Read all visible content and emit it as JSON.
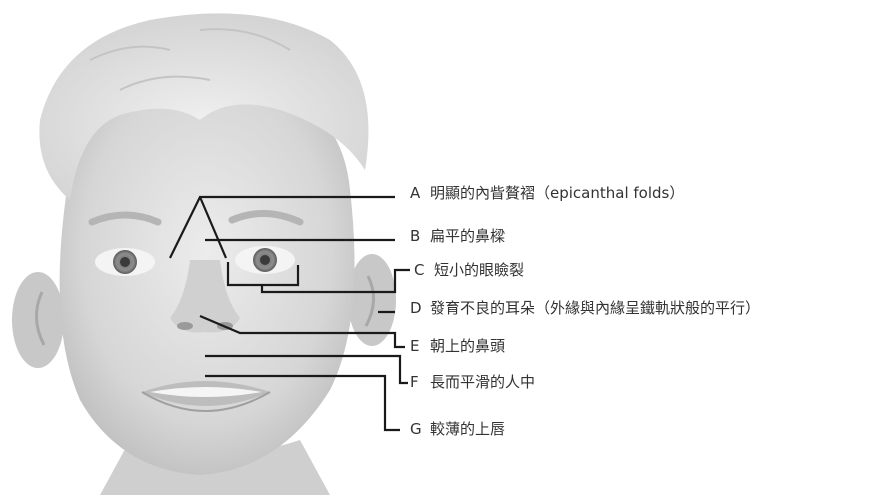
{
  "labels": [
    {
      "letter": "A",
      "text": "明顯的內眥贅褶（epicanthal folds）"
    },
    {
      "letter": "B",
      "text": "扁平的鼻樑"
    },
    {
      "letter": "C",
      "text": "短小的眼瞼裂"
    },
    {
      "letter": "D",
      "text": "發育不良的耳朵（外緣與內緣呈鐵軌狀般的平行）"
    },
    {
      "letter": "E",
      "text": "朝上的鼻頭"
    },
    {
      "letter": "F",
      "text": "長而平滑的人中"
    },
    {
      "letter": "G",
      "text": "較薄的上唇"
    }
  ],
  "colors": {
    "line": "#1a1a1a",
    "skin": "#d9d9d9",
    "hair": "#e2e2e2",
    "text": "#333333"
  }
}
